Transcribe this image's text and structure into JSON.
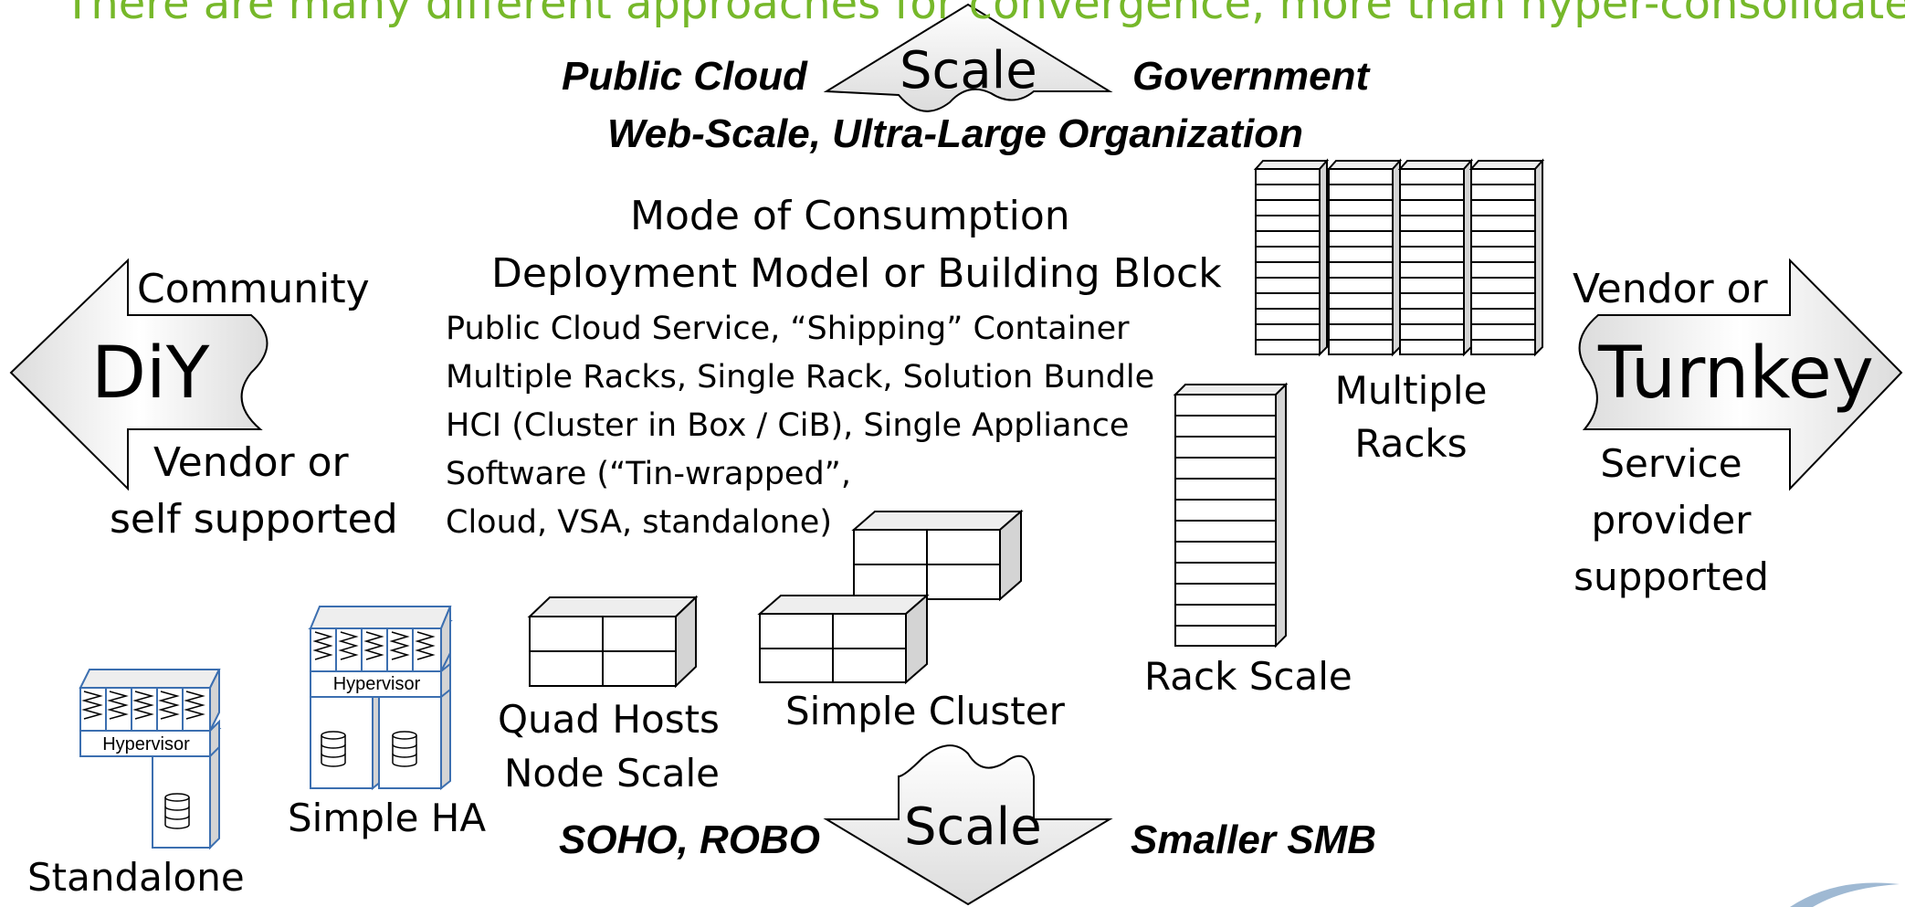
{
  "headline": "There are many different approaches for convergence, more than hyper-consolidate",
  "top_scale": {
    "label": "Scale",
    "left": "Public Cloud",
    "right": "Government",
    "below": "Web-Scale, Ultra-Large Organization"
  },
  "bottom_scale": {
    "label": "Scale",
    "left": "SOHO, ROBO",
    "right": "Smaller SMB"
  },
  "left_arrow": {
    "label": "DiY",
    "top": "Community",
    "bottom_line1": "Vendor or",
    "bottom_line2": "self supported"
  },
  "right_arrow": {
    "label": "Turnkey",
    "top": "Vendor or",
    "bottom_line1": "Service",
    "bottom_line2": "provider",
    "bottom_line3": "supported"
  },
  "center": {
    "title1": "Mode of Consumption",
    "title2": "Deployment Model or Building Block",
    "lines": [
      "Public Cloud Service, “Shipping” Container",
      "Multiple Racks, Single Rack, Solution Bundle",
      "HCI (Cluster in Box / CiB), Single Appliance",
      "Software (“Tin-wrapped”,",
      "Cloud, VSA, standalone)"
    ]
  },
  "items": {
    "standalone": "Standalone",
    "simple_ha": "Simple HA",
    "quad_line1": "Quad Hosts",
    "quad_line2": "Node Scale",
    "simple_cluster": "Simple Cluster",
    "rack_scale": "Rack Scale",
    "multi_line1": "Multiple",
    "multi_line2": "Racks",
    "hypervisor": "Hypervisor"
  },
  "colors": {
    "headline": "#76b82a",
    "server_outline": "#3c6fb0",
    "server_side": "#d4d4d4"
  }
}
